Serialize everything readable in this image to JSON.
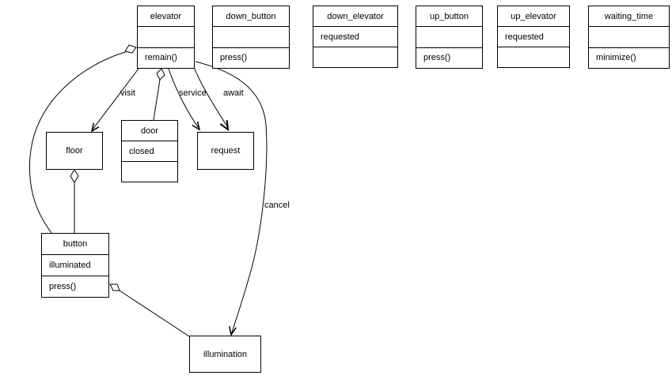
{
  "diagram_type": "uml-class-diagram",
  "classes": {
    "elevator": {
      "title": "elevator",
      "attr": "",
      "method": "remain()"
    },
    "down_button": {
      "title": "down_button",
      "attr": "",
      "method": "press()"
    },
    "down_elevator": {
      "title": "down_elevator",
      "attr": "requested",
      "method": ""
    },
    "up_button": {
      "title": "up_button",
      "attr": "",
      "method": "press()"
    },
    "up_elevator": {
      "title": "up_elevator",
      "attr": "requested",
      "method": ""
    },
    "waiting_time": {
      "title": "waiting_time",
      "attr": "",
      "method": "minimize()"
    },
    "floor": {
      "title": "floor"
    },
    "door": {
      "title": "door",
      "attr": "closed",
      "method": ""
    },
    "request": {
      "title": "request"
    },
    "button": {
      "title": "button",
      "attr": "illuminated",
      "method": "press()"
    },
    "illumination": {
      "title": "illumination"
    }
  },
  "edges": [
    {
      "id": "elevator-button",
      "from": "elevator",
      "to": "button",
      "type": "aggregation",
      "label": ""
    },
    {
      "id": "visit",
      "from": "elevator",
      "to": "floor",
      "type": "association-arrow",
      "label": "visit"
    },
    {
      "id": "elevator-door",
      "from": "elevator",
      "to": "door",
      "type": "aggregation",
      "label": ""
    },
    {
      "id": "service",
      "from": "elevator",
      "to": "request",
      "type": "association-arrow",
      "label": "service"
    },
    {
      "id": "await",
      "from": "elevator",
      "to": "request",
      "type": "association-arrow",
      "label": "await"
    },
    {
      "id": "cancel",
      "from": "elevator",
      "to": "illumination",
      "type": "association-arrow",
      "label": "cancel"
    },
    {
      "id": "floor-button",
      "from": "floor",
      "to": "button",
      "type": "aggregation",
      "label": ""
    },
    {
      "id": "button-illumination",
      "from": "button",
      "to": "illumination",
      "type": "aggregation",
      "label": ""
    }
  ],
  "colors": {
    "line": "#000000",
    "background": "#ffffff",
    "text": "#000000"
  }
}
